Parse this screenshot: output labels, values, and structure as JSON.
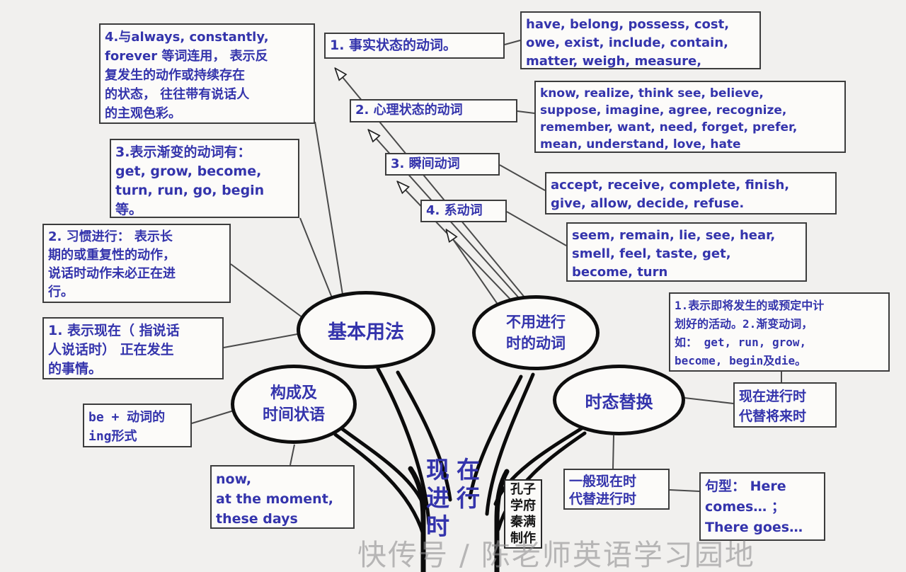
{
  "background": "#f1f0ee",
  "ink_color": "#3434ac",
  "watermark": "快传号 / 陈老师英语学习园地",
  "trunk": {
    "title": "现在\n进行\n时"
  },
  "credit": {
    "lines": [
      "孔子",
      "学府",
      "秦满",
      "制作"
    ]
  },
  "basic_usage": {
    "label": "基本用法",
    "note1": "1. 表示现在（ 指说话\n人说话时） 正在发生\n的事情。",
    "note2": "2. 习惯进行： 表示长\n期的或重复性的动作，\n说话时动作未必正在进\n行。",
    "note3": "3.表示渐变的动词有：\nget, grow, become,\nturn, run, go, begin\n等。",
    "note4": "4.与always, constantly,\nforever 等词连用， 表示反\n复发生的动作或持续存在\n的状态， 往往带有说话人\n的主观色彩。"
  },
  "non_progressive": {
    "label": "不用进行\n时的动词",
    "cat1_label": "1. 事实状态的动词。",
    "cat1_examples": "have, belong, possess, cost,\nowe, exist, include, contain,\nmatter, weigh, measure,",
    "cat2_label": "2. 心理状态的动词",
    "cat2_examples": "know, realize, think see, believe,\nsuppose, imagine, agree, recognize,\nremember, want, need, forget, prefer,\nmean, understand, love, hate",
    "cat3_label": "3. 瞬间动词",
    "cat3_examples": "accept, receive, complete, finish,\ngive, allow, decide, refuse.",
    "cat4_label": "4. 系动词",
    "cat4_examples": "seem, remain, lie, see, hear,\nsmell, feel, taste, get,\nbecome, turn"
  },
  "formation": {
    "label": "构成及\n时间状语",
    "structure": "be + 动词的\ning形式",
    "time_adverbials": "now,\nat the moment,\nthese days"
  },
  "substitution": {
    "label": "时态替换",
    "future_note": "1.表示即将发生的或预定中计\n划好的活动。2.渐变动词，\n如： get, run, grow,\nbecome, begin及die。",
    "progressive_for_future": "现在进行时\n代替将来时",
    "present_for_progressive": "一般现在时\n代替进行时",
    "sentence_pattern": "句型： Here\ncomes… ；\nThere goes…"
  }
}
